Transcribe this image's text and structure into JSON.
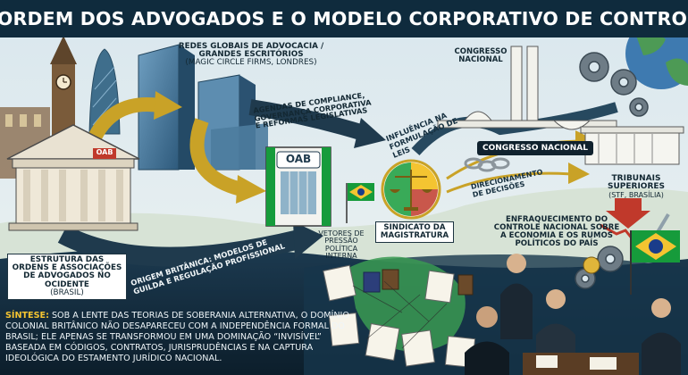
{
  "title": "A ORDEM DOS ADVOGADOS E O MODELO CORPORATIVO DE CONTROLE",
  "labels": {
    "global_networks": "REDES GLOBAIS DE ADVOCACIA / GRANDES ESCRITÓRIOS",
    "global_networks_sub": "(MAGIC CIRCLE FIRMS, LONDRES)",
    "compliance": "AGENDAS DE COMPLIANCE, GOVERNANÇA CORPORATIVA E REFORMAS LEGISLATIVAS",
    "congress_top": "CONGRESSO NACIONAL",
    "congress_tag": "CONGRESSO NACIONAL",
    "influence": "INFLUÊNCIA NA FORMULAÇÃO DE LEIS",
    "direction": "DIRECIONAMENTO DE DECISÕES",
    "tribunals": "TRIBUNAIS SUPERIORES",
    "tribunals_sub": "(STF, BRASÍLIA)",
    "syndicate": "SINDICATO DA MAGISTRATURA",
    "vectors": "VETORES DE PRESSÃO POLÍTICA INTERNA",
    "weakening": "ENFRAQUECIMENTO DO CONTROLE NACIONAL SOBRE A ECONOMIA E OS RUMOS POLÍTICOS DO PAÍS",
    "origin": "ORIGEM BRITÂNICA: MODELOS DE GUILDA E REGULAÇÃO PROFISSIONAL",
    "structure": "ESTRUTURA DAS ORDENS E ASSOCIAÇÕES DE ADVOGADOS NO OCIDENTE",
    "structure_sub": "(BRASIL)",
    "oab_sign": "OAB",
    "oab_small": "OAB"
  },
  "synthesis": {
    "keyword": "SÍNTESE:",
    "text": "SOB A LENTE DAS TEORIAS DE SOBERANIA ALTERNATIVA, O DOMÍNIO COLONIAL BRITÂNICO NÃO DESAPARECEU COM A INDEPENDÊNCIA FORMAL DO BRASIL; ELE APENAS SE TRANSFORMOU EM UMA DOMINAÇÃO “INVISÍVEL” BASEADA EM CÓDIGOS, CONTRATOS, JURISPRUDÊNCIAS E NA CAPTURA IDEOLÓGICA DO ESTAMENTO JURÍDICO NACIONAL."
  },
  "colors": {
    "title_bg": "#0f2b3d",
    "arrow_gold": "#c9a227",
    "arrow_dark": "#1f3a4d",
    "arrow_red": "#c0392b",
    "accent_yellow": "#f4c431",
    "brazil_green": "#169b3b"
  },
  "icons": [
    "big-ben-icon",
    "gherkin-tower-icon",
    "oab-building-icon",
    "classical-building-icon",
    "scales-of-justice-icon",
    "gear-icon",
    "globe-icon",
    "brazil-flag-icon",
    "chain-icon",
    "declining-chart-icon"
  ]
}
